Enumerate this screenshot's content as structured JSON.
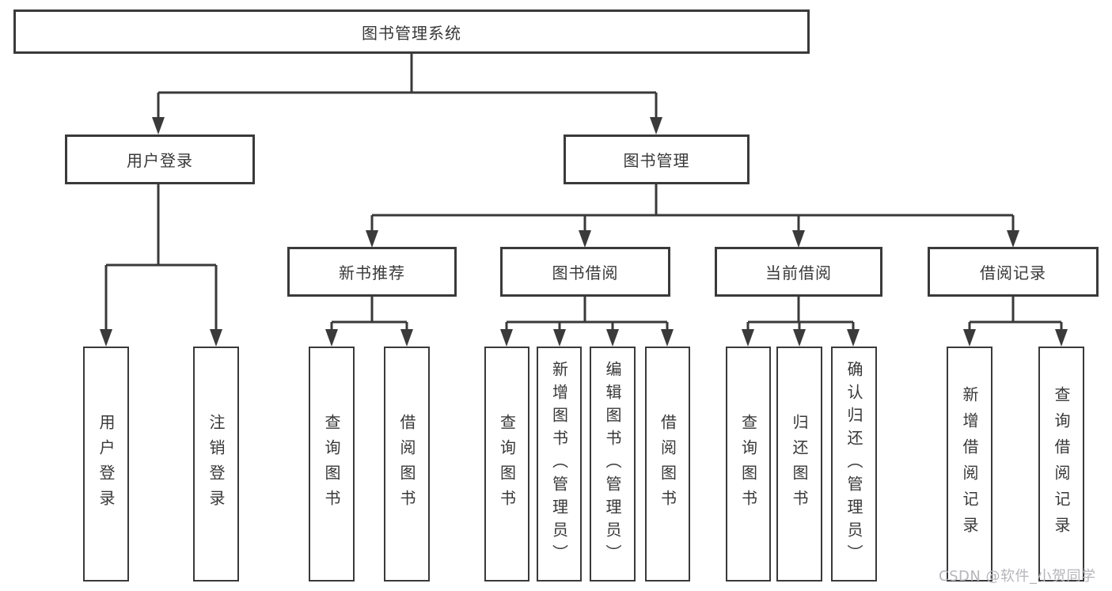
{
  "diagram": {
    "tree": {
      "label": "图书管理系统",
      "children": [
        {
          "label": "用户登录",
          "children": [
            {
              "label": "用户登录"
            },
            {
              "label": "注销登录"
            }
          ]
        },
        {
          "label": "图书管理",
          "children": [
            {
              "label": "新书推荐",
              "children": [
                {
                  "label": "查询图书"
                },
                {
                  "label": "借阅图书"
                }
              ]
            },
            {
              "label": "图书借阅",
              "children": [
                {
                  "label": "查询图书"
                },
                {
                  "label": "新增图书（管理员）"
                },
                {
                  "label": "编辑图书（管理员）"
                },
                {
                  "label": "借阅图书"
                }
              ]
            },
            {
              "label": "当前借阅",
              "children": [
                {
                  "label": "查询图书"
                },
                {
                  "label": "归还图书"
                },
                {
                  "label": "确认归还（管理员）"
                }
              ]
            },
            {
              "label": "借阅记录",
              "children": [
                {
                  "label": "新增借阅记录"
                },
                {
                  "label": "查询借阅记录"
                }
              ]
            }
          ]
        }
      ]
    },
    "watermark": "CSDN @软件_小贺同学",
    "colors": {
      "line": "#3a3a3a",
      "text": "#383838",
      "watermark_text": "#b5b5bb",
      "background": "#ffffff"
    }
  }
}
